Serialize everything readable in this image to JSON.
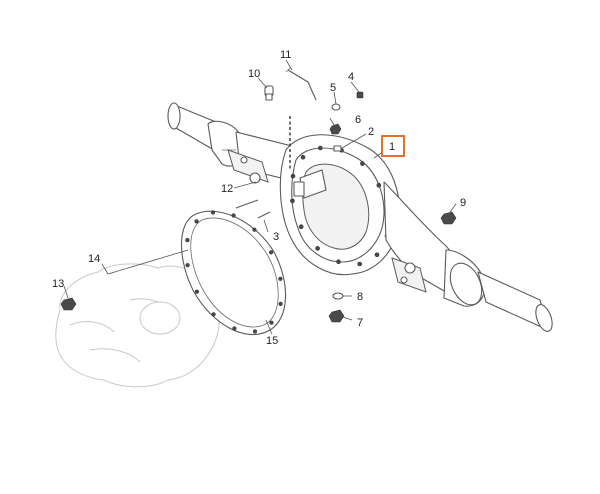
{
  "highlight_color": "#e0631c",
  "callouts": {
    "c1": "1",
    "c2": "2",
    "c3": "3",
    "c4": "4",
    "c5": "5",
    "c6": "6",
    "c7": "7",
    "c8": "8",
    "c9": "9",
    "c10": "10",
    "c11": "11",
    "c12": "12",
    "c13": "13",
    "c14": "14",
    "c15": "15"
  }
}
